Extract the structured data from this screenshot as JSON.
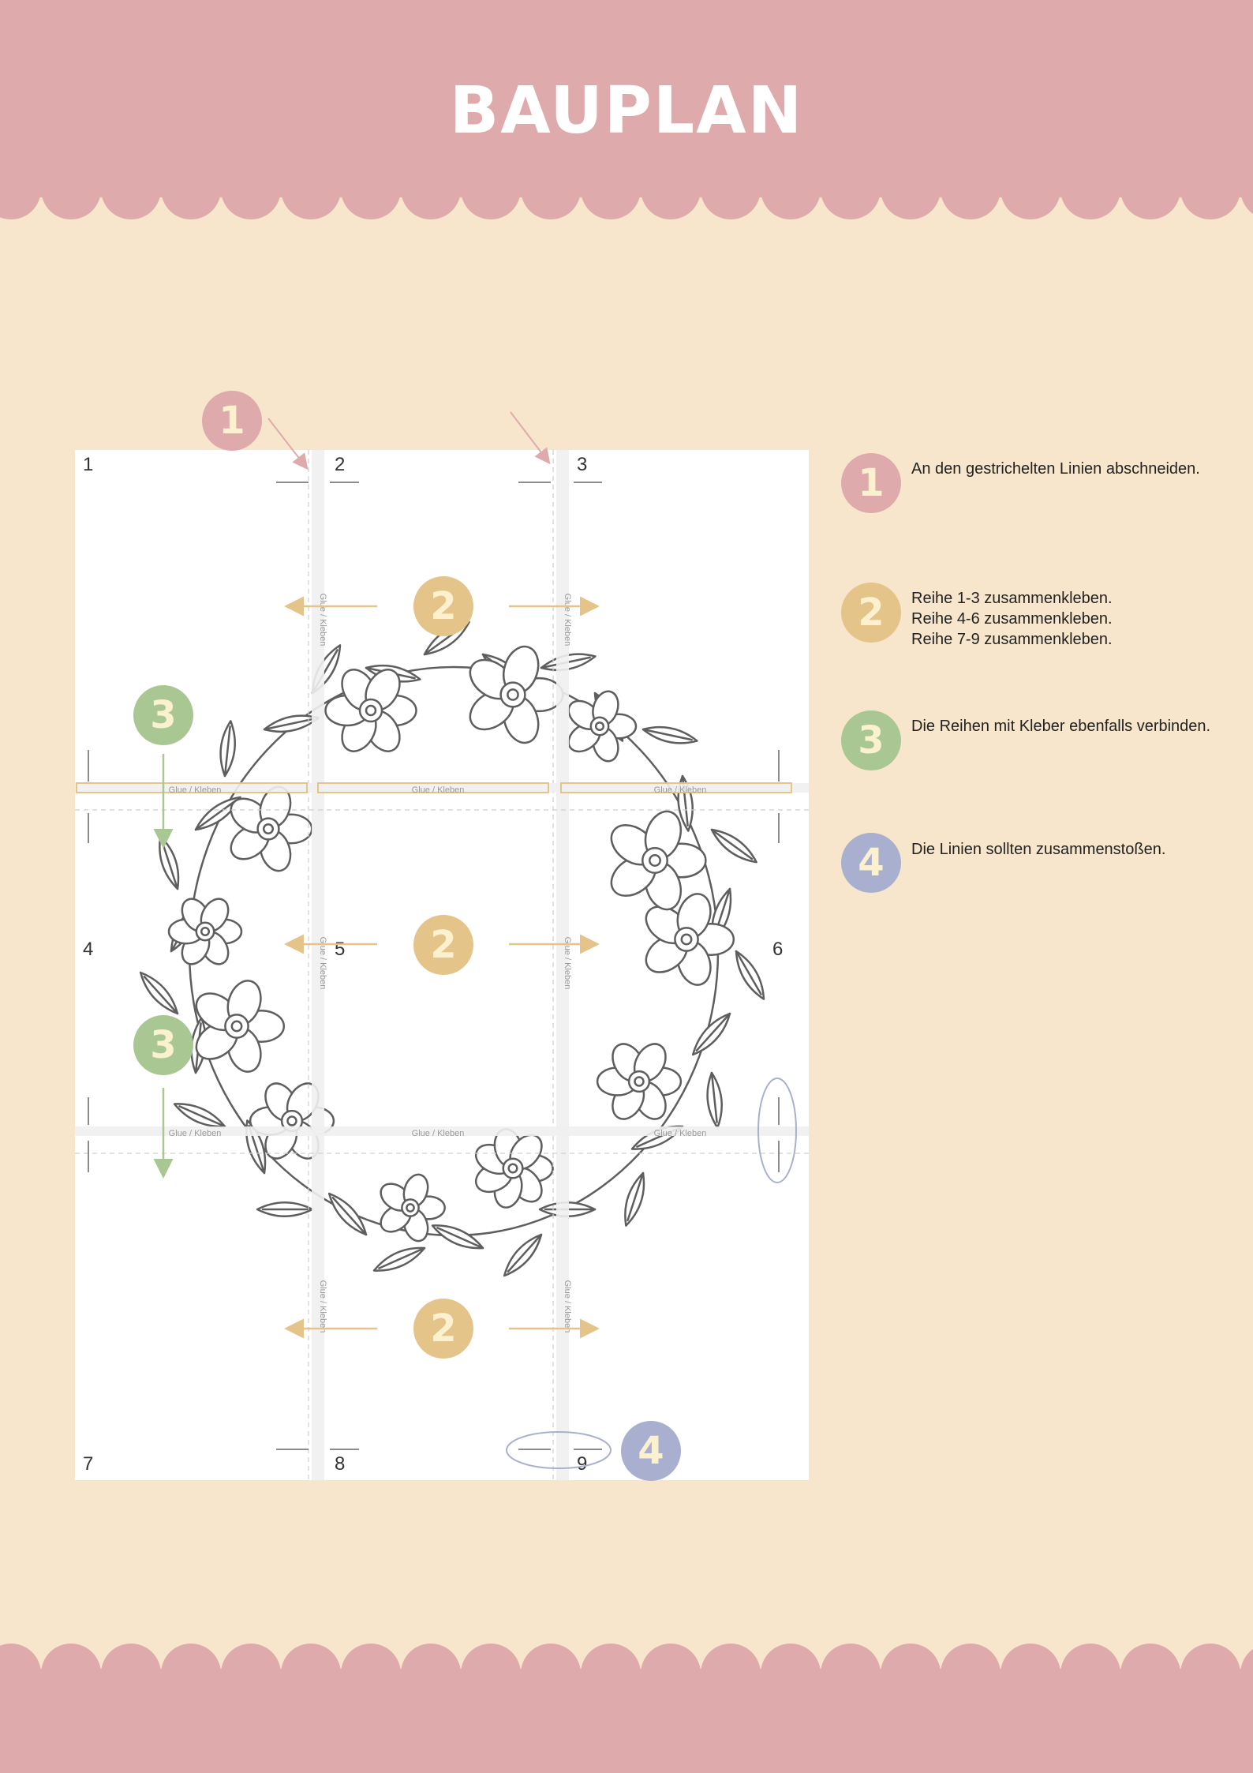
{
  "header": {
    "title": "BAUPLAN"
  },
  "colors": {
    "background": "#f8e6cc",
    "banner": "#dfaaab",
    "step1": "#dfaaab",
    "step2": "#e5c48a",
    "step3": "#a9c793",
    "step4": "#a9b0cf",
    "badge_text": "#fbf1cf"
  },
  "diagram": {
    "panels": [
      "1",
      "2",
      "3",
      "4",
      "5",
      "6",
      "7",
      "8",
      "9"
    ],
    "glue_label": "Glue / Kleben",
    "step_badges": {
      "cut": "1",
      "glue_rows": "2",
      "join_rows": "3",
      "align": "4"
    },
    "illustration": "flower-wreath"
  },
  "steps": [
    {
      "number": "1",
      "lines": [
        "An den gestrichelten Linien abschneiden."
      ]
    },
    {
      "number": "2",
      "lines": [
        "Reihe 1-3 zusammenkleben.",
        "Reihe 4-6 zusammenkleben.",
        "Reihe 7-9 zusammenkleben."
      ]
    },
    {
      "number": "3",
      "lines": [
        "Die Reihen mit Kleber ebenfalls verbinden."
      ]
    },
    {
      "number": "4",
      "lines": [
        "Die Linien sollten zusammenstoßen."
      ]
    }
  ]
}
